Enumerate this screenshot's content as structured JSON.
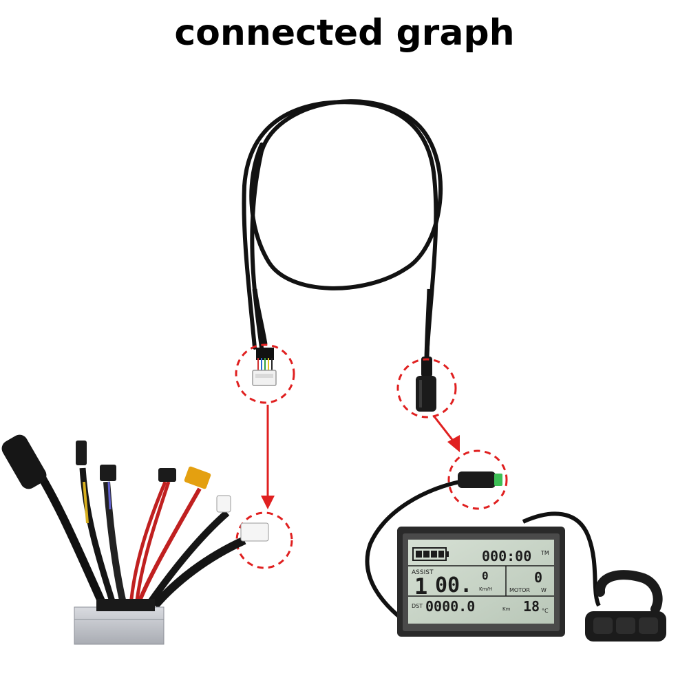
{
  "title": "connected graph",
  "colors": {
    "cable": "#121212",
    "highlight": "#e02020",
    "lcd_screen": "#c9d6c8",
    "bezel": "#2a2a2a"
  },
  "display": {
    "clock": "000:00",
    "clock_unit": "TM",
    "assist_label": "ASSIST",
    "assist_level": "1",
    "speed": "00.",
    "speed_decimal": "0",
    "speed_unit": "Km/H",
    "motor_label": "MOTOR",
    "motor_value": "0",
    "motor_unit": "W",
    "dst_label": "DST",
    "distance": "0000.0",
    "distance_unit": "Km",
    "temperature": "18",
    "temperature_unit": "°C"
  }
}
